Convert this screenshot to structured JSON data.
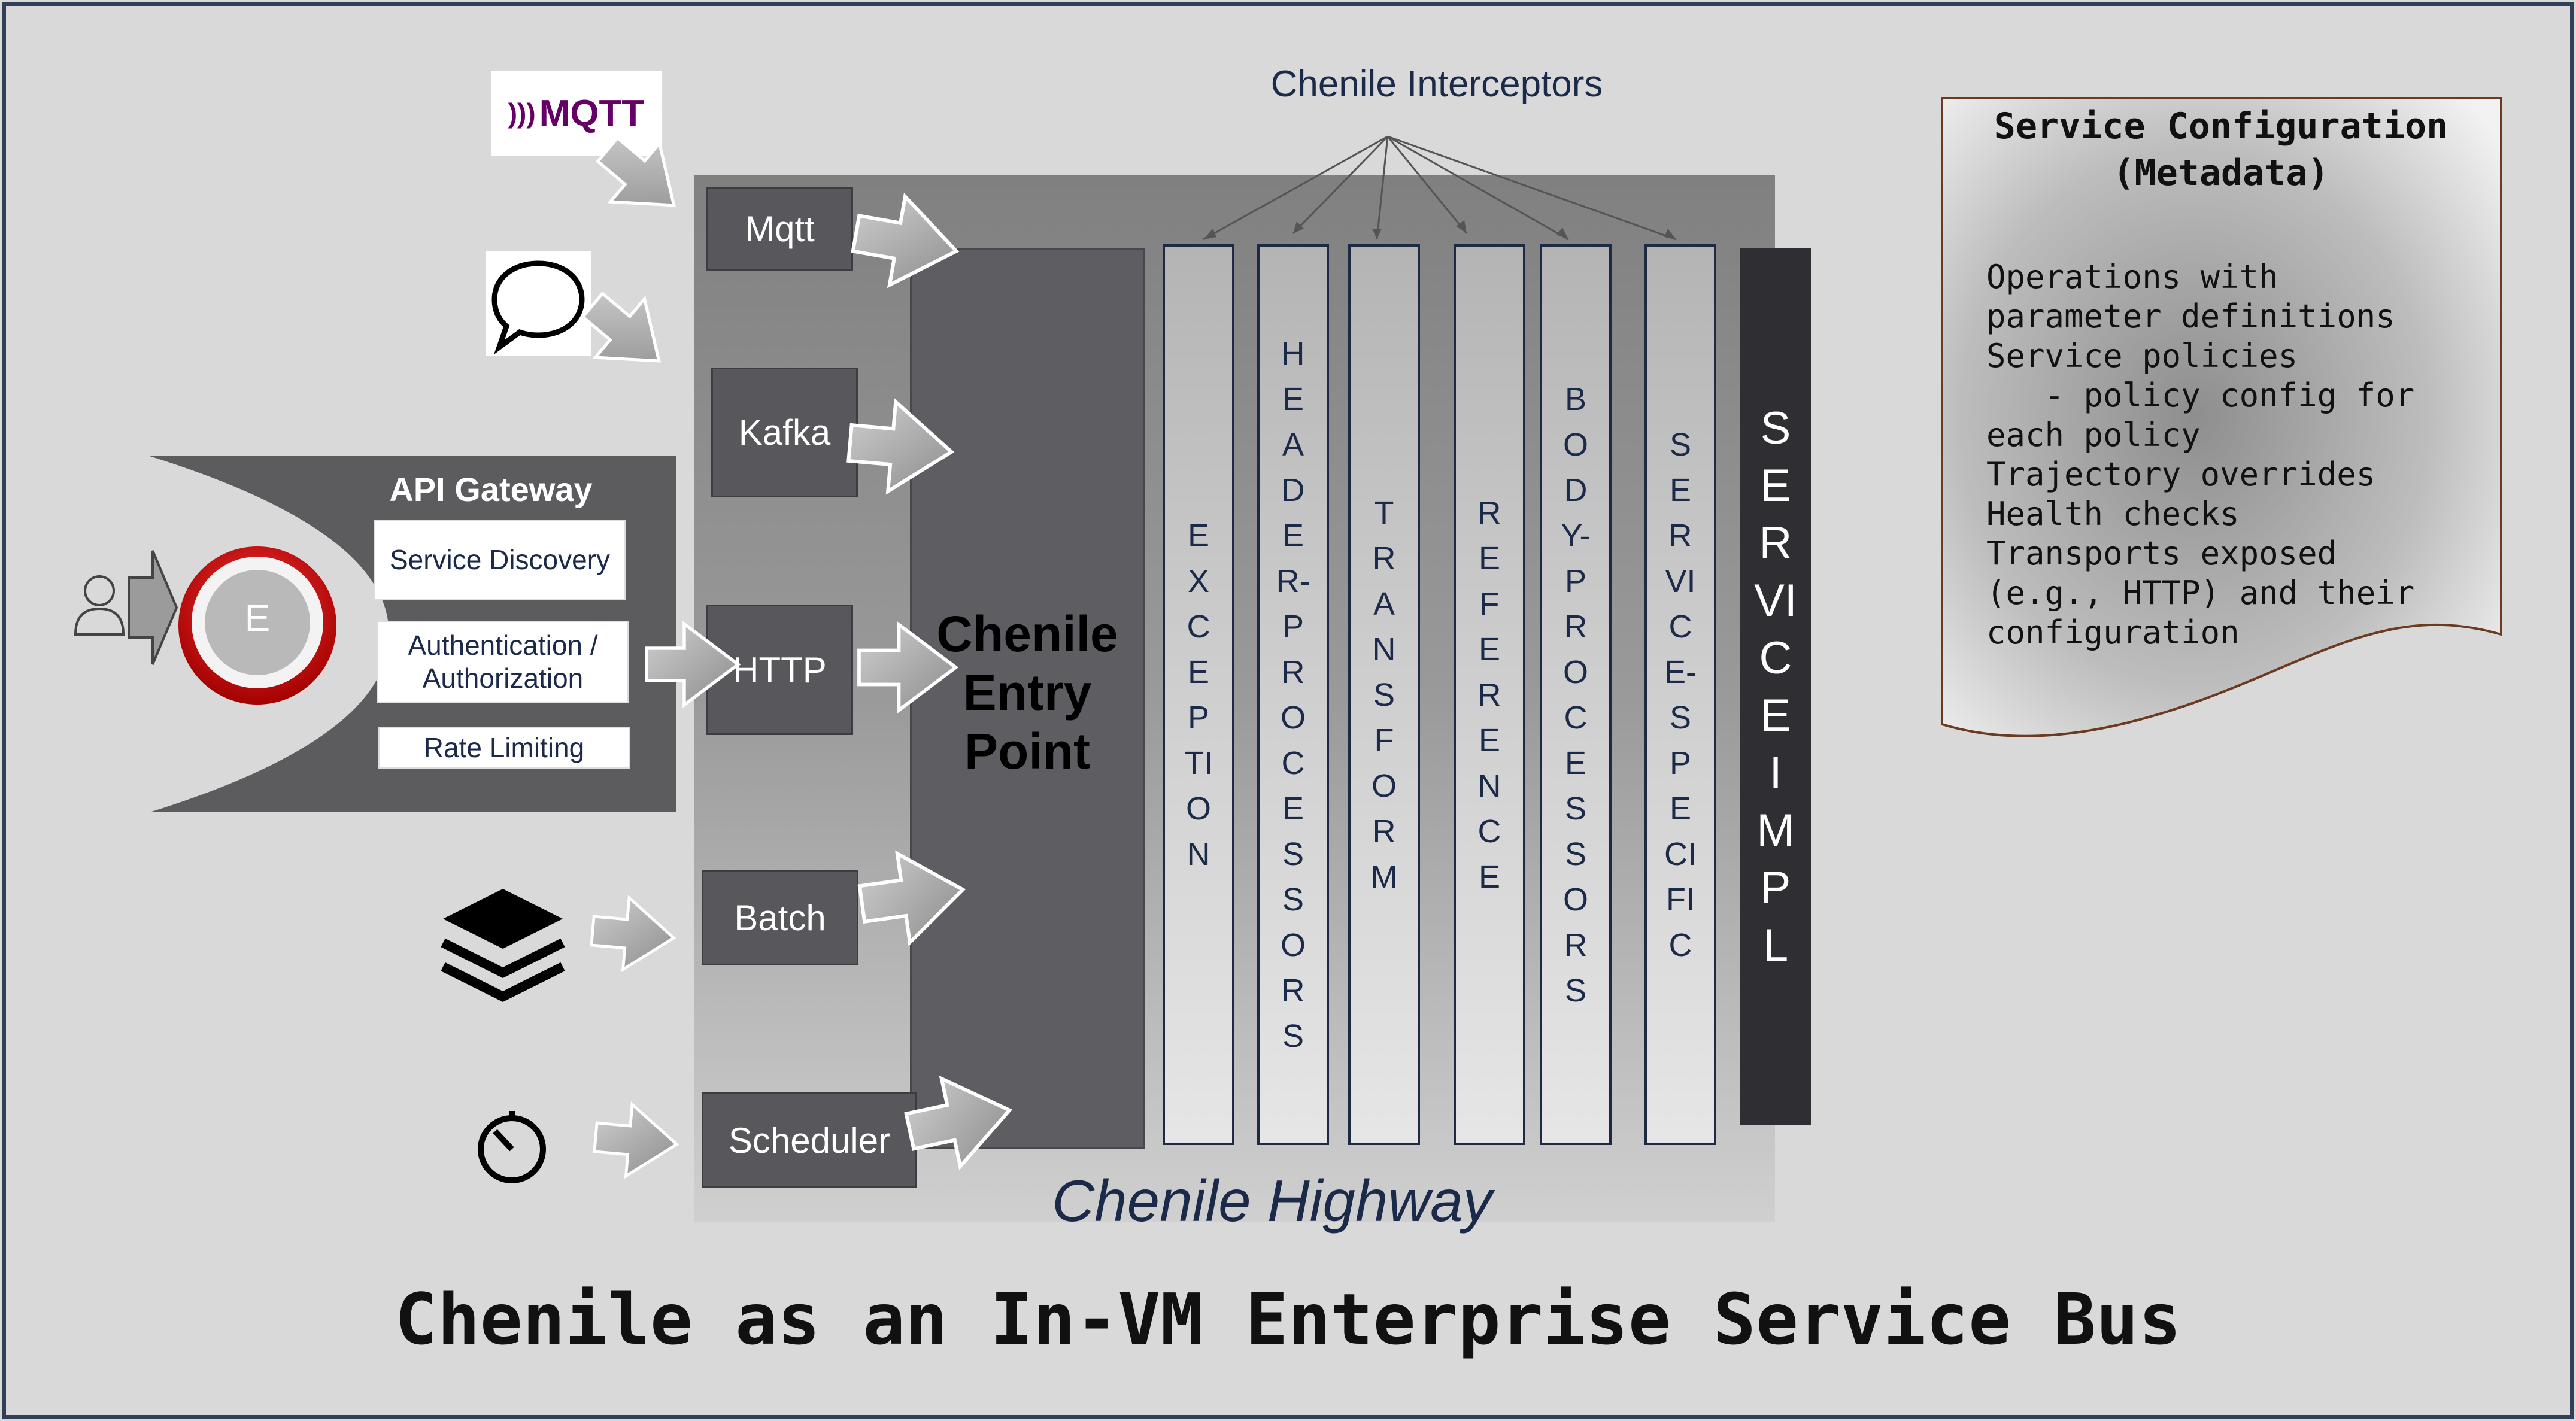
{
  "diagram_title": "Chenile as an In-VM  Enterprise Service Bus",
  "interceptors_label": "Chenile Interceptors",
  "highway_label": "Chenile Highway",
  "entry_point": {
    "line1": "Chenile",
    "line2": "Entry",
    "line3": "Point"
  },
  "transports": {
    "mqtt": "Mqtt",
    "kafka": "Kafka",
    "http": "HTTP",
    "batch": "Batch",
    "scheduler": "Scheduler"
  },
  "mqtt_logo_text": "MQTT",
  "gateway": {
    "title": "API Gateway",
    "service_discovery": "Service Discovery",
    "auth": "Authentication / Authorization",
    "rate_limiting": "Rate Limiting",
    "badge": "E"
  },
  "interceptors": [
    "EXCEPTION",
    "HEADER- PROCESSORS",
    "TRANSFORM",
    "REFERENCE",
    "BODY- PROCESSORS",
    "SERVICE- SPECIFIC"
  ],
  "service_impl": "SERVICE IMPL",
  "config": {
    "title": "Service Configuration (Metadata)",
    "lines": [
      "Operations with",
      "parameter definitions",
      "Service policies",
      "   - policy config for",
      "each policy",
      "Trajectory overrides",
      "Health checks",
      "Transports exposed",
      "(e.g., HTTP) and their",
      "configuration"
    ]
  },
  "colors": {
    "dark_blue": "#1c2a4a",
    "gateway_red": "#d0111b",
    "doc_border": "#6b3a1f"
  },
  "icons": [
    "person-icon",
    "chat-bubble-icon",
    "layers-icon",
    "timer-icon",
    "mqtt-logo",
    "arrow-icon"
  ]
}
